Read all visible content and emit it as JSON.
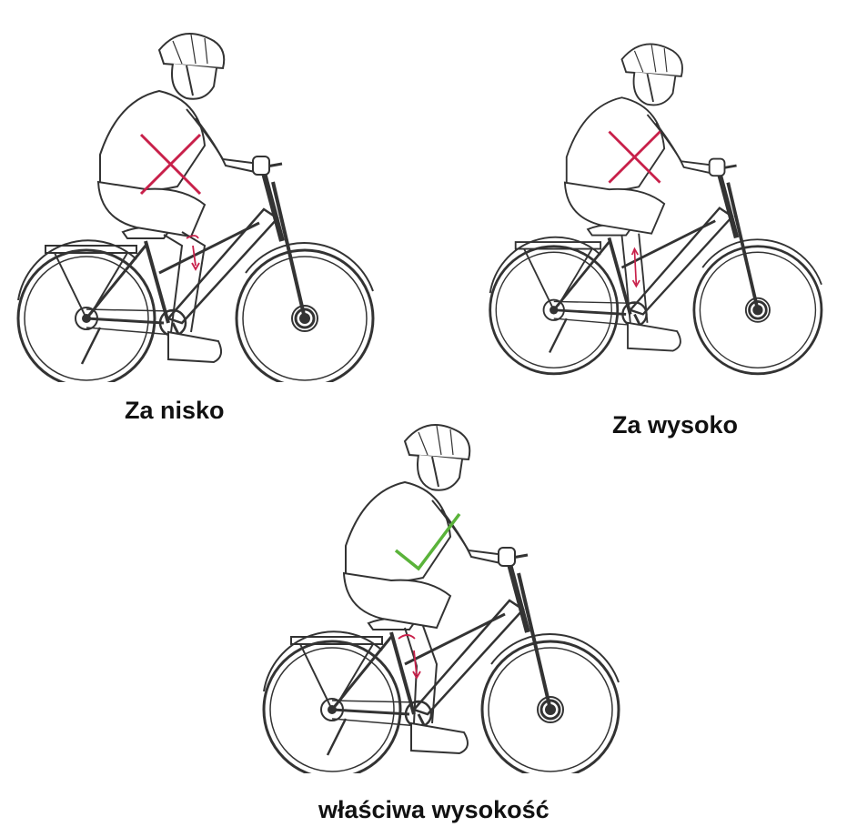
{
  "captions": {
    "too_low": "Za nisko",
    "too_high": "Za wysoko",
    "correct": "właściwa wysokość"
  },
  "colors": {
    "line": "#333333",
    "wrong_mark": "#c8204a",
    "correct_mark": "#5ab33a",
    "arrow": "#c8204a"
  },
  "icons": {
    "wrong": "red-x-icon",
    "correct": "green-check-icon"
  }
}
